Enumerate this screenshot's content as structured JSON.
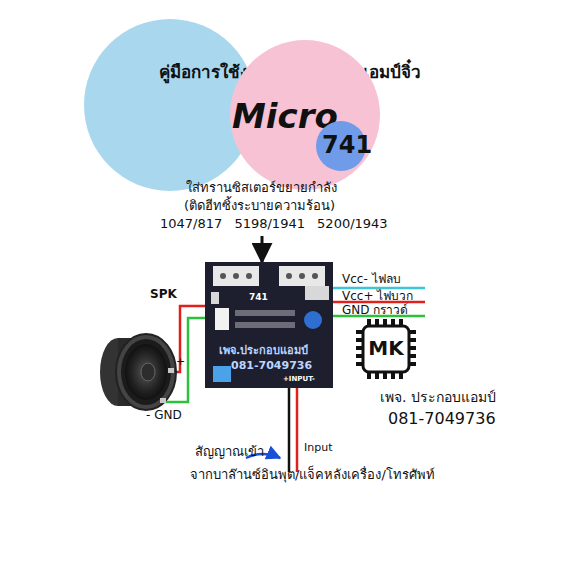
{
  "diagram": {
    "title": "คู่มือการใช้งาน โมดูลบอร์ดแอมป์จิ๋ว",
    "nodes": [
      {
        "text": [
          "Micro"
        ]
      },
      {
        "text": [
          "741"
        ]
      },
      {
        "text": [
          "741",
          "เพจ.ประกอบแอมป์",
          "081-7049736",
          "+INPUT-"
        ]
      },
      {
        "text": [
          "MK"
        ]
      }
    ],
    "labels": [
      "ใส่ทรานซิสเตอร์ขยายกำลัง",
      "(ติดฮีทซิ้งระบายความร้อน)",
      "1047/817 5198/1941 5200/1943",
      "Vcc- ไฟลบ",
      "Vcc+ ไฟบวก",
      "GND กราวด์",
      "SPK",
      "+",
      "- GND",
      "เพจ. ประกอบแอมป์",
      "081-7049736",
      "Input",
      "สัญญาณเข้า",
      "จากบาล๊านซ์อินพุต/แจ็คหลังเครื่อง/โทรศัพท์"
    ]
  }
}
